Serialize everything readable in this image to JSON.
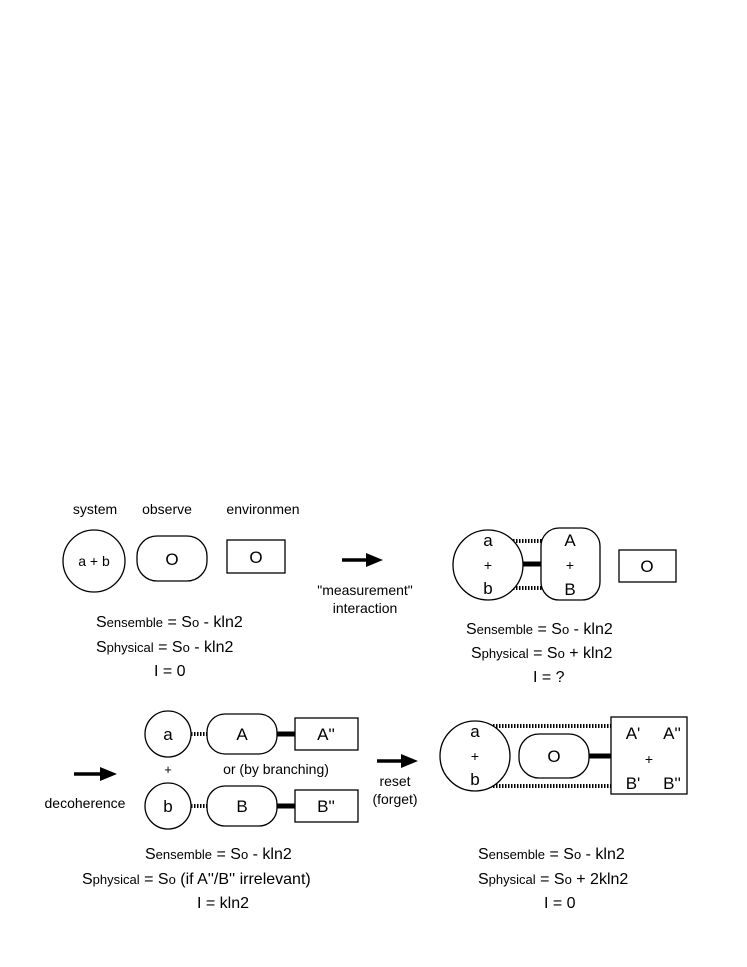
{
  "stage1": {
    "label_system": "system",
    "label_observer": "observe",
    "label_environment": "environmen",
    "system_text": "a + b",
    "observer_text": "O",
    "environment_text": "O",
    "eq": {
      "s_ensemble_sym": "S",
      "s_ensemble_sub": "ensemble",
      "s_ensemble_rhs_pre": "= S",
      "s_ensemble_rhs_sub": "o",
      "s_ensemble_rhs_post": "-   kln2",
      "s_physical_sym": "S",
      "s_physical_sub": "physical",
      "s_physical_rhs_pre": "= S",
      "s_physical_rhs_sub": "o",
      "s_physical_rhs_post": "-   kln2",
      "info": "I   = 0"
    }
  },
  "transition1": {
    "label_line1": "\"measurement\"",
    "label_line2": "interaction"
  },
  "stage2": {
    "system_a": "a",
    "system_plus": "+",
    "system_b": "b",
    "observer_A": "A",
    "observer_plus": "+",
    "observer_B": "B",
    "environment_text": "O",
    "eq": {
      "s_ensemble_sym": "S",
      "s_ensemble_sub": "ensemble",
      "s_ensemble_rhs_pre": "= S",
      "s_ensemble_rhs_sub": "o",
      "s_ensemble_rhs_post": " -   kln2",
      "s_physical_sym": "S",
      "s_physical_sub": "physical",
      "s_physical_rhs_pre": "= S",
      "s_physical_rhs_sub": "o",
      "s_physical_rhs_post": "+   kln2",
      "info": "I   = ?"
    }
  },
  "transition2": {
    "label": "decoherence"
  },
  "stage3": {
    "branch1_system": "a",
    "branch1_observer": "A",
    "branch1_environment": "A''",
    "plus": "+",
    "branching_note": "or (by branching)",
    "branch2_system": "b",
    "branch2_observer": "B",
    "branch2_environment": "B''",
    "eq": {
      "s_ensemble_sym": "S",
      "s_ensemble_sub": "ensemble",
      "s_ensemble_rhs_pre": "= S",
      "s_ensemble_rhs_sub": "o",
      "s_ensemble_rhs_post": " -   kln2",
      "s_physical_sym": "S",
      "s_physical_sub": "physical",
      "s_physical_rhs_pre": "= S",
      "s_physical_rhs_sub": "o",
      "s_physical_rhs_post": " (if   A''/B''   irrelevant)",
      "info": "I   = kln2"
    }
  },
  "transition3": {
    "label_line1": "reset",
    "label_line2": "(forget)"
  },
  "stage4": {
    "system_a": "a",
    "system_plus": "+",
    "system_b": "b",
    "observer_text": "O",
    "env_tl": "A'",
    "env_tr": "A''",
    "env_plus": "+",
    "env_bl": "B'",
    "env_br": "B''",
    "eq": {
      "s_ensemble_sym": "S",
      "s_ensemble_sub": "ensemble",
      "s_ensemble_rhs_pre": "= S",
      "s_ensemble_rhs_sub": "o",
      "s_ensemble_rhs_post": " -   kln2",
      "s_physical_sym": "S",
      "s_physical_sub": "physical",
      "s_physical_rhs_pre": "= S",
      "s_physical_rhs_sub": "o",
      "s_physical_rhs_post": "+   2kln2",
      "info": "I   = 0"
    }
  }
}
